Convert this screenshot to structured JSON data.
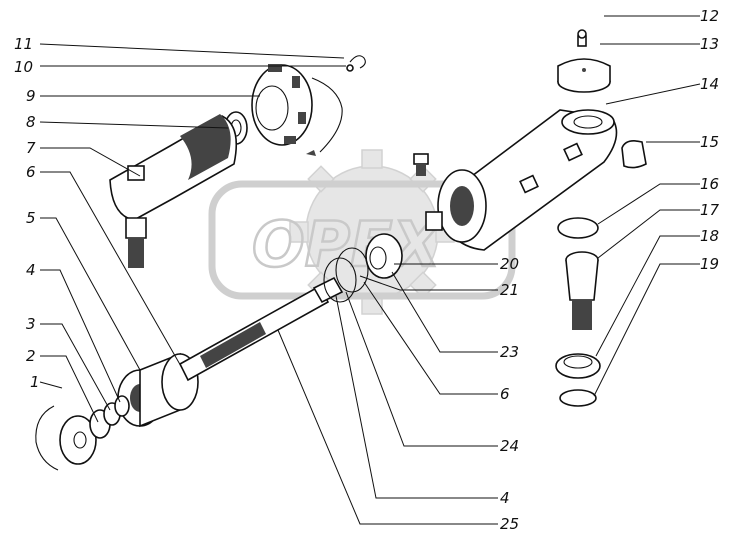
{
  "watermark": {
    "text": "OPEX"
  },
  "labels": [
    {
      "id": "l11",
      "text": "11"
    },
    {
      "id": "l10",
      "text": "10"
    },
    {
      "id": "l9",
      "text": "9"
    },
    {
      "id": "l8",
      "text": "8"
    },
    {
      "id": "l7",
      "text": "7"
    },
    {
      "id": "l6a",
      "text": "6"
    },
    {
      "id": "l5",
      "text": "5"
    },
    {
      "id": "l4a",
      "text": "4"
    },
    {
      "id": "l3",
      "text": "3"
    },
    {
      "id": "l2",
      "text": "2"
    },
    {
      "id": "l1",
      "text": "1"
    },
    {
      "id": "l12",
      "text": "12"
    },
    {
      "id": "l13",
      "text": "13"
    },
    {
      "id": "l14",
      "text": "14"
    },
    {
      "id": "l15",
      "text": "15"
    },
    {
      "id": "l16",
      "text": "16"
    },
    {
      "id": "l17",
      "text": "17"
    },
    {
      "id": "l18",
      "text": "18"
    },
    {
      "id": "l19",
      "text": "19"
    },
    {
      "id": "l20",
      "text": "20"
    },
    {
      "id": "l21",
      "text": "21"
    },
    {
      "id": "l23",
      "text": "23"
    },
    {
      "id": "l6b",
      "text": "6"
    },
    {
      "id": "l24",
      "text": "24"
    },
    {
      "id": "l4b",
      "text": "4"
    },
    {
      "id": "l25",
      "text": "25"
    }
  ]
}
